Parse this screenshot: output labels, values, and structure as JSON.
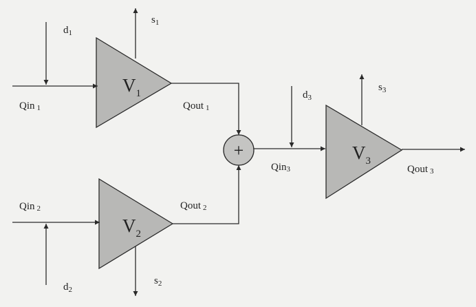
{
  "diagram": {
    "v1": {
      "main": "V",
      "sub": "1"
    },
    "v2": {
      "main": "V",
      "sub": "2"
    },
    "v3": {
      "main": "V",
      "sub": "3"
    },
    "sum_symbol": "+",
    "qin1": {
      "main": "Qin",
      "sub": "1"
    },
    "qin2": {
      "main": "Qin",
      "sub": "2"
    },
    "qin3": {
      "main": "Qin",
      "sub": "3"
    },
    "qout1": {
      "main": "Qout",
      "sub": "1"
    },
    "qout2": {
      "main": "Qout",
      "sub": "2"
    },
    "qout3": {
      "main": "Qout",
      "sub": "3"
    },
    "d1": {
      "main": "d",
      "sub": "1"
    },
    "d2": {
      "main": "d",
      "sub": "2"
    },
    "d3": {
      "main": "d",
      "sub": "3"
    },
    "s1": {
      "main": "s",
      "sub": "1"
    },
    "s2": {
      "main": "s",
      "sub": "2"
    },
    "s3": {
      "main": "s",
      "sub": "3"
    }
  }
}
